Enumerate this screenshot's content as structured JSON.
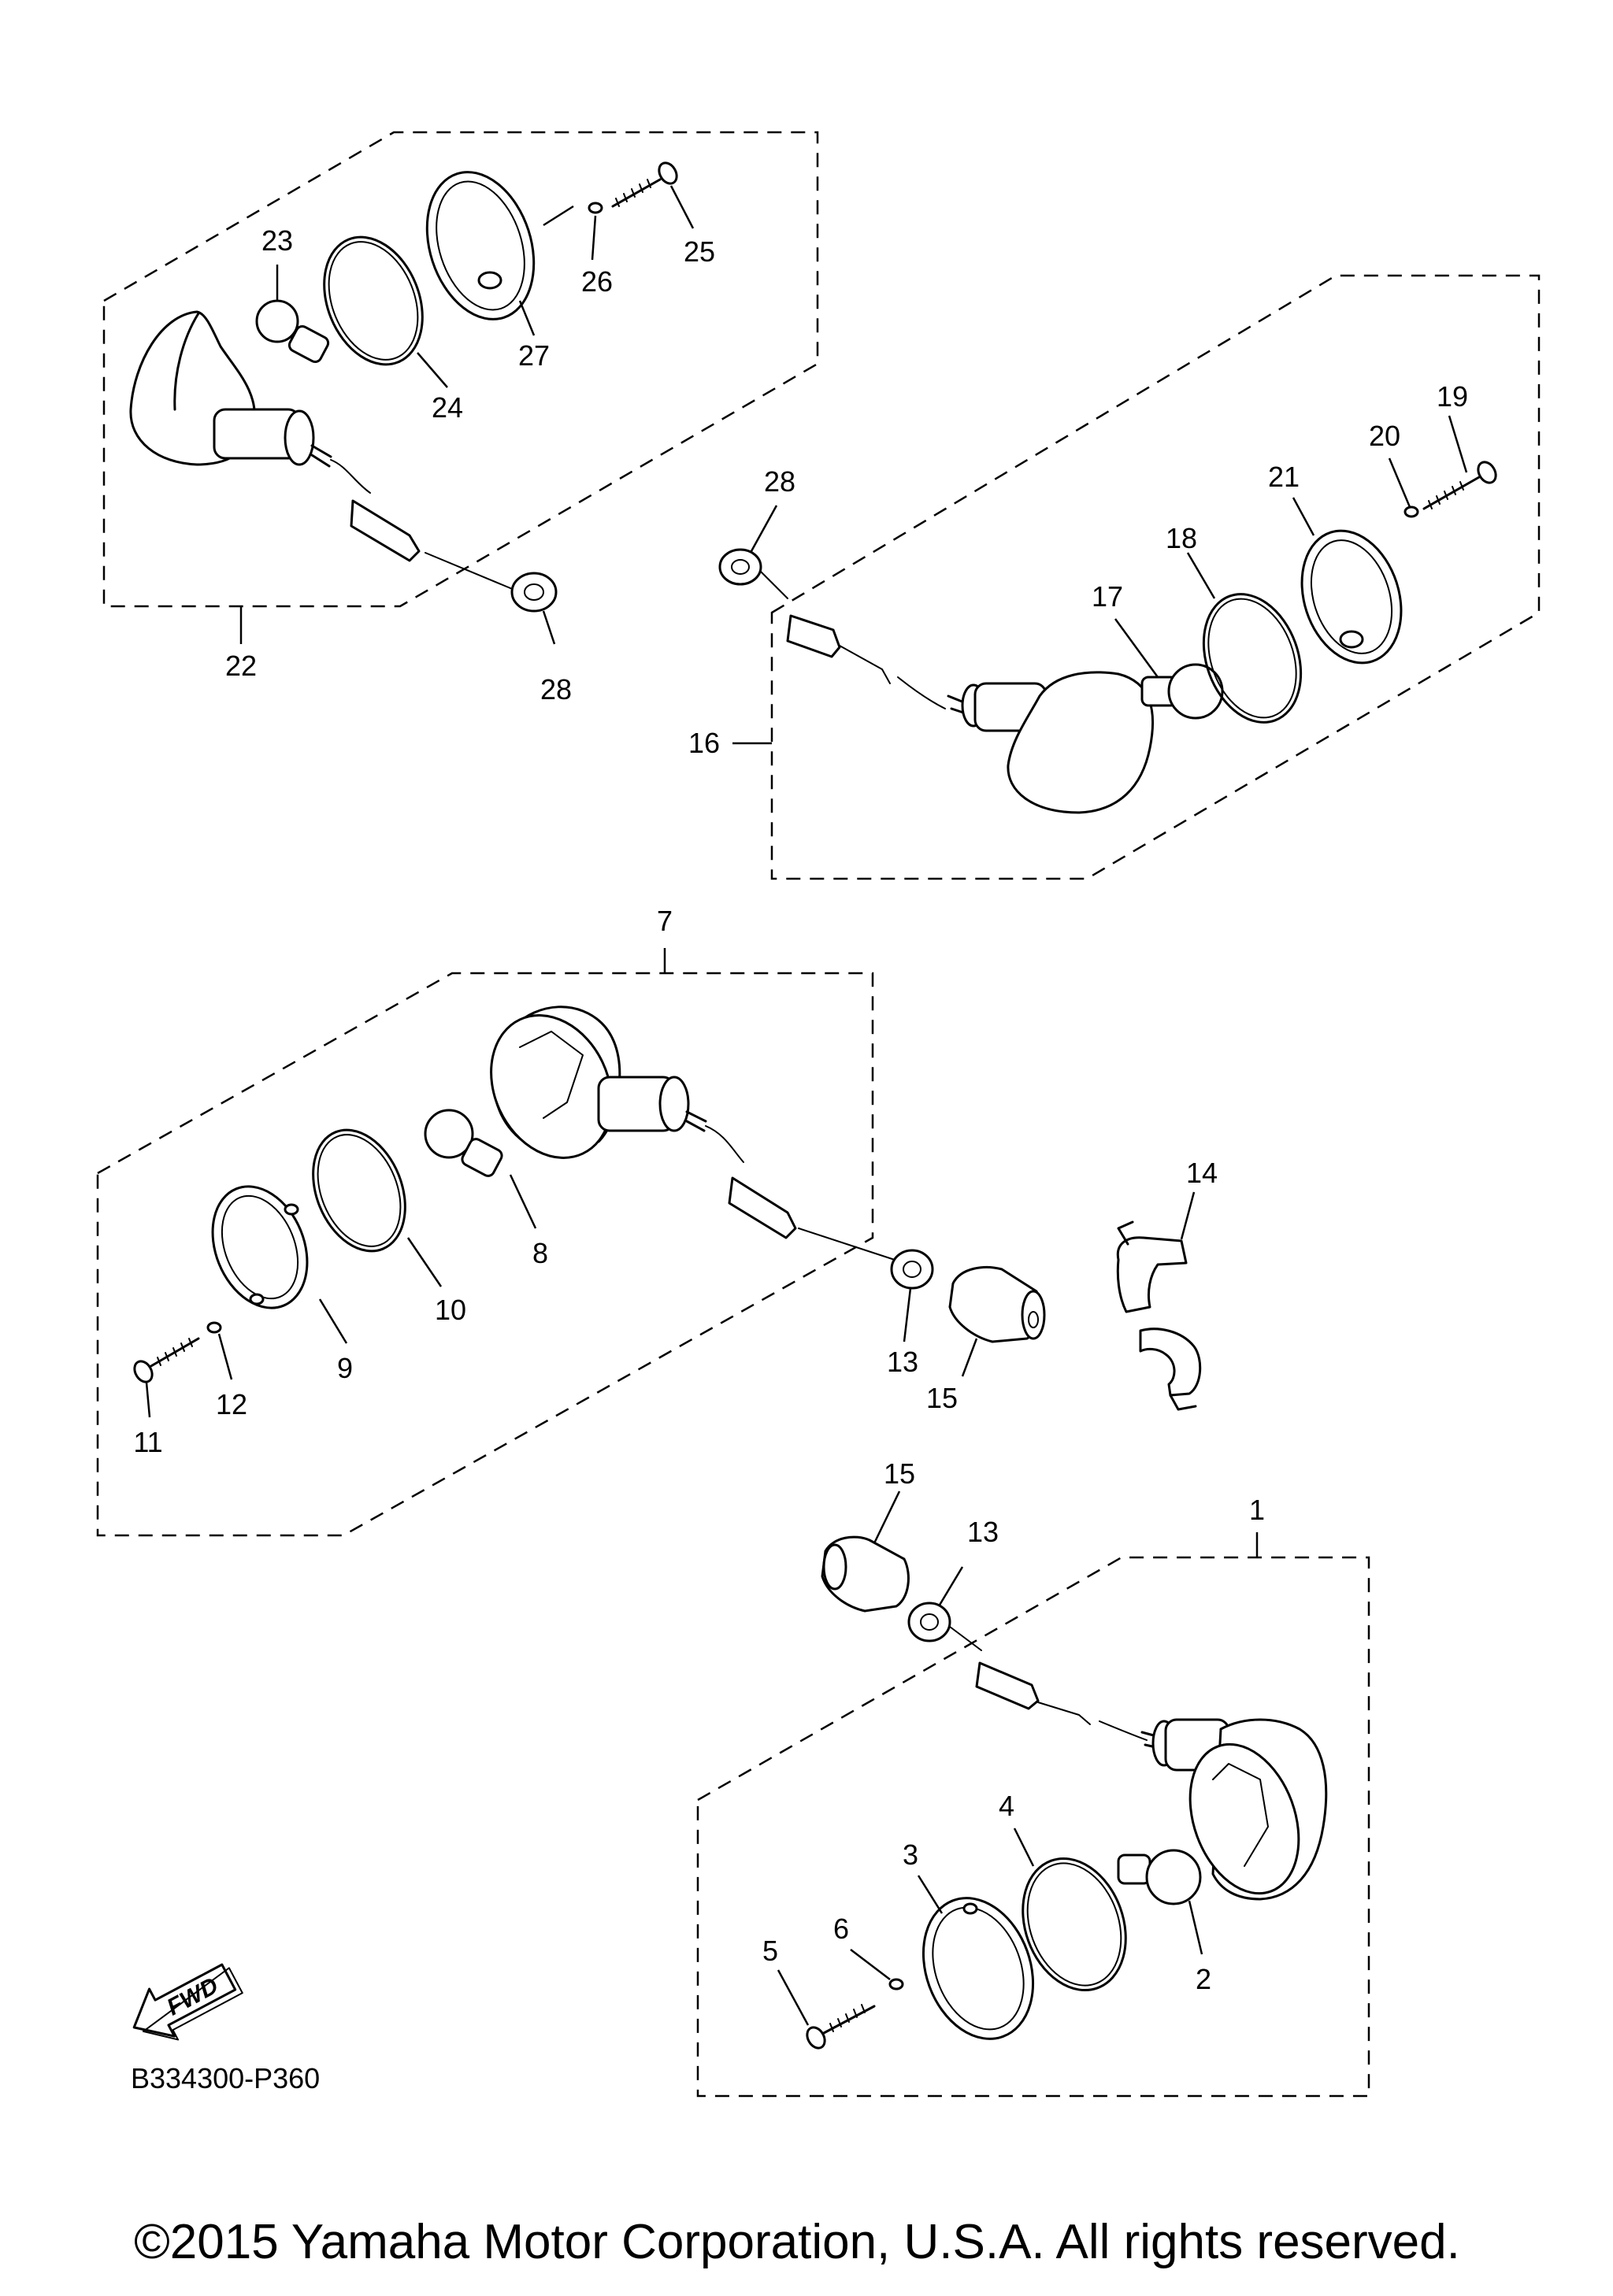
{
  "diagram": {
    "part_number": "B334300-P360",
    "copyright": "©2015 Yamaha Motor Corporation, U.S.A. All rights reserved.",
    "fwd_label": "FWD",
    "callouts": {
      "c1": "1",
      "c2": "2",
      "c3": "3",
      "c4": "4",
      "c5": "5",
      "c6": "6",
      "c7": "7",
      "c8": "8",
      "c9": "9",
      "c10": "10",
      "c11": "11",
      "c12": "12",
      "c13a": "13",
      "c13b": "13",
      "c14": "14",
      "c15a": "15",
      "c15b": "15",
      "c16": "16",
      "c17": "17",
      "c18": "18",
      "c19": "19",
      "c20": "20",
      "c21": "21",
      "c22": "22",
      "c23": "23",
      "c24": "24",
      "c25": "25",
      "c26": "26",
      "c27": "27",
      "c28a": "28",
      "c28b": "28"
    }
  }
}
